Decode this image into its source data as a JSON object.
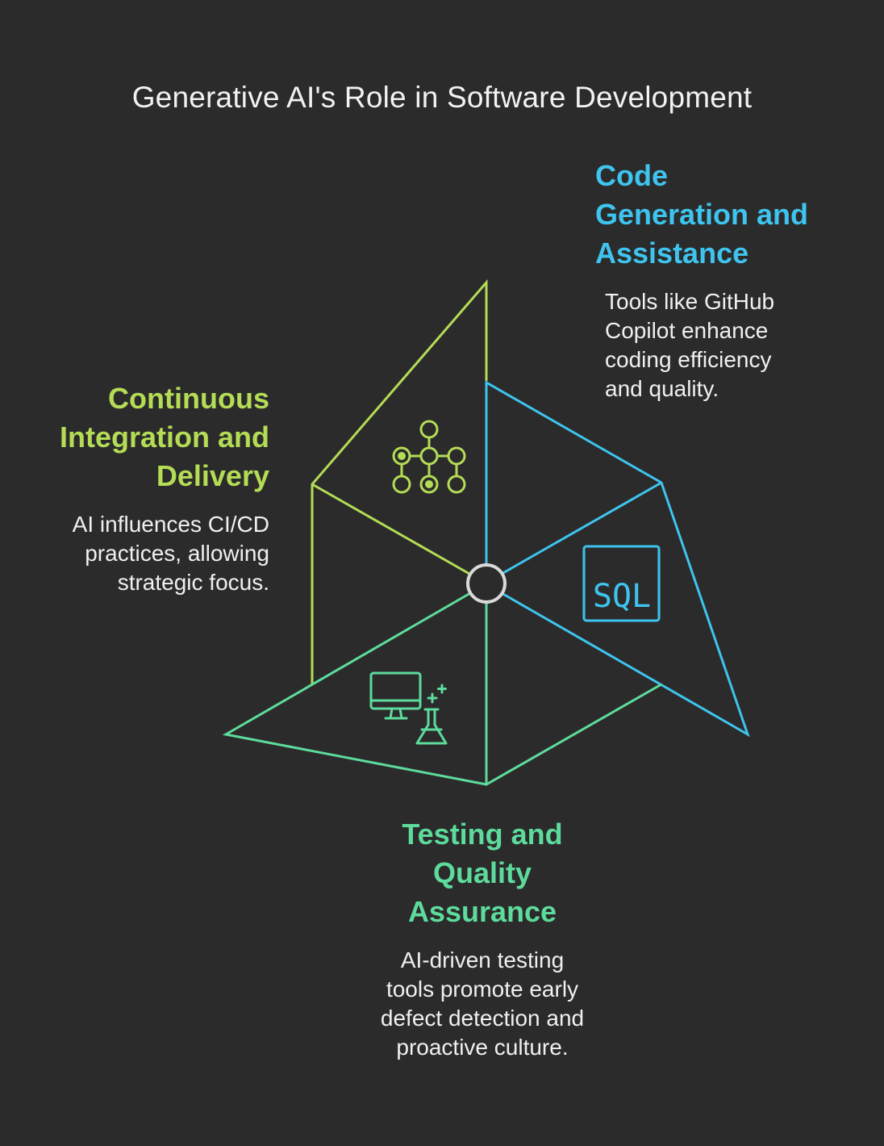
{
  "title": "Generative AI's Role in Software Development",
  "colors": {
    "background": "#2b2b2b",
    "code": "#3ec4ee",
    "ci": "#b4dc55",
    "testing": "#5ddb9c",
    "center": "#d9d9d9"
  },
  "sections": {
    "code": {
      "heading_lines": [
        "Code",
        "Generation and",
        "Assistance"
      ],
      "description_lines": [
        "Tools like GitHub",
        "Copilot enhance",
        "coding efficiency",
        "and quality."
      ],
      "icon": "sql-icon",
      "icon_text": "SQL"
    },
    "ci": {
      "heading_lines": [
        "Continuous",
        "Integration and",
        "Delivery"
      ],
      "description_lines": [
        "AI influences CI/CD",
        "practices, allowing",
        "strategic focus."
      ],
      "icon": "pipeline-nodes-icon"
    },
    "testing": {
      "heading_lines": [
        "Testing and",
        "Quality",
        "Assurance"
      ],
      "description_lines": [
        "AI-driven testing",
        "tools promote early",
        "defect detection and",
        "proactive culture."
      ],
      "icon": "monitor-flask-icon"
    }
  }
}
